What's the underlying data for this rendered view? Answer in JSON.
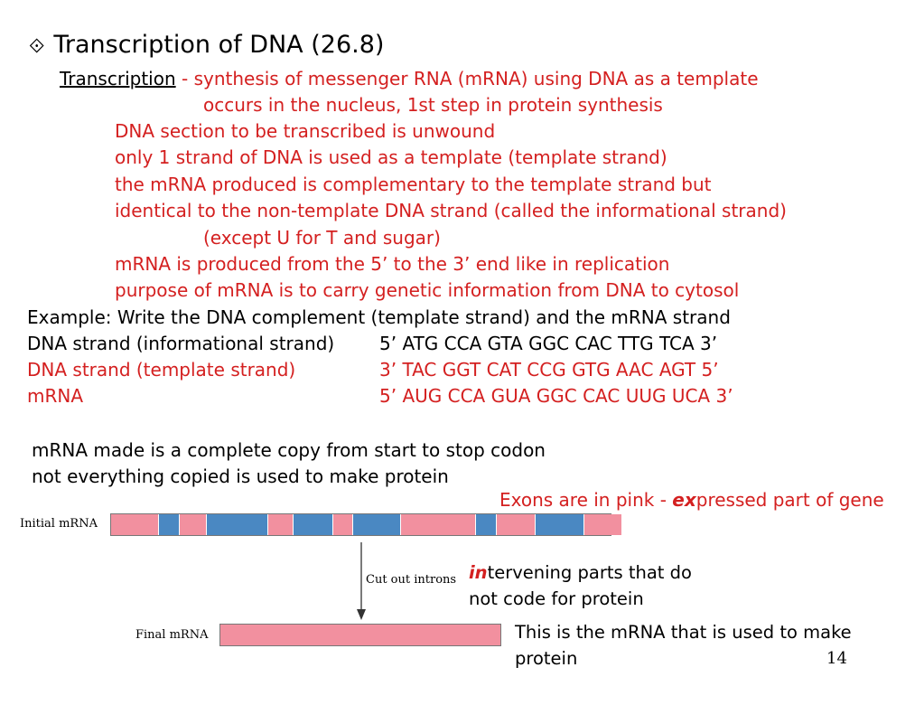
{
  "title": {
    "bullet": "⟐",
    "text": "Transcription of DNA (26.8)"
  },
  "definition": {
    "term": "Transcription",
    "dash": " - ",
    "line1": "synthesis of messenger RNA (mRNA) using DNA as a template",
    "line2": "occurs in the nucleus, 1st step in protein synthesis"
  },
  "points": [
    "DNA section to be transcribed is unwound",
    "only 1 strand of DNA is used as a template (template strand)",
    "the mRNA produced is complementary to the template strand but",
    "identical to the non-template DNA strand (called the informational strand)"
  ],
  "except_note": "(except U for T and sugar)",
  "points2": [
    "mRNA is produced from the 5’ to the 3’ end like in replication",
    "purpose of mRNA is to carry genetic information from DNA to cytosol"
  ],
  "example": {
    "heading": "Example: Write the DNA complement (template strand) and the mRNA strand",
    "rows": [
      {
        "label": "DNA strand (informational strand)",
        "seq": "5’  ATG  CCA  GTA  GGC  CAC TTG  TCA 3’"
      },
      {
        "label": "DNA strand (template strand)",
        "seq": "3’  TAC  GGT  CAT  CCG  GTG AAC  AGT 5’"
      },
      {
        "label": "mRNA",
        "seq": "5’  AUG  CCA  GUA  GGC  CAC UUG UCA 3’"
      }
    ]
  },
  "notes": [
    "mRNA made is a complete copy from start to stop codon",
    "not everything copied is used to make protein"
  ],
  "diagram": {
    "initial_label": "Initial mRNA",
    "final_label": "Final mRNA",
    "cut_label": "Cut out introns",
    "exon_color": "#f2909f",
    "intron_color": "#4a88c2",
    "segments": [
      {
        "type": "exon",
        "len": 52
      },
      {
        "type": "intron",
        "len": 22
      },
      {
        "type": "exon",
        "len": 29
      },
      {
        "type": "intron",
        "len": 67
      },
      {
        "type": "exon",
        "len": 27
      },
      {
        "type": "intron",
        "len": 43
      },
      {
        "type": "exon",
        "len": 22
      },
      {
        "type": "intron",
        "len": 52
      },
      {
        "type": "exon",
        "len": 82
      },
      {
        "type": "intron",
        "len": 22
      },
      {
        "type": "exon",
        "len": 42
      },
      {
        "type": "intron",
        "len": 53
      },
      {
        "type": "exon",
        "len": 41
      }
    ]
  },
  "annotations": {
    "exons_prefix": "Exons are in pink - ",
    "exons_em": "ex",
    "exons_suffix": "pressed part of gene",
    "introns_em": "in",
    "introns_line1": "tervening parts that do",
    "introns_line2": "not code for protein",
    "final_line1": "This is the mRNA that is used to make",
    "final_line2": "protein"
  },
  "page_number": "14"
}
